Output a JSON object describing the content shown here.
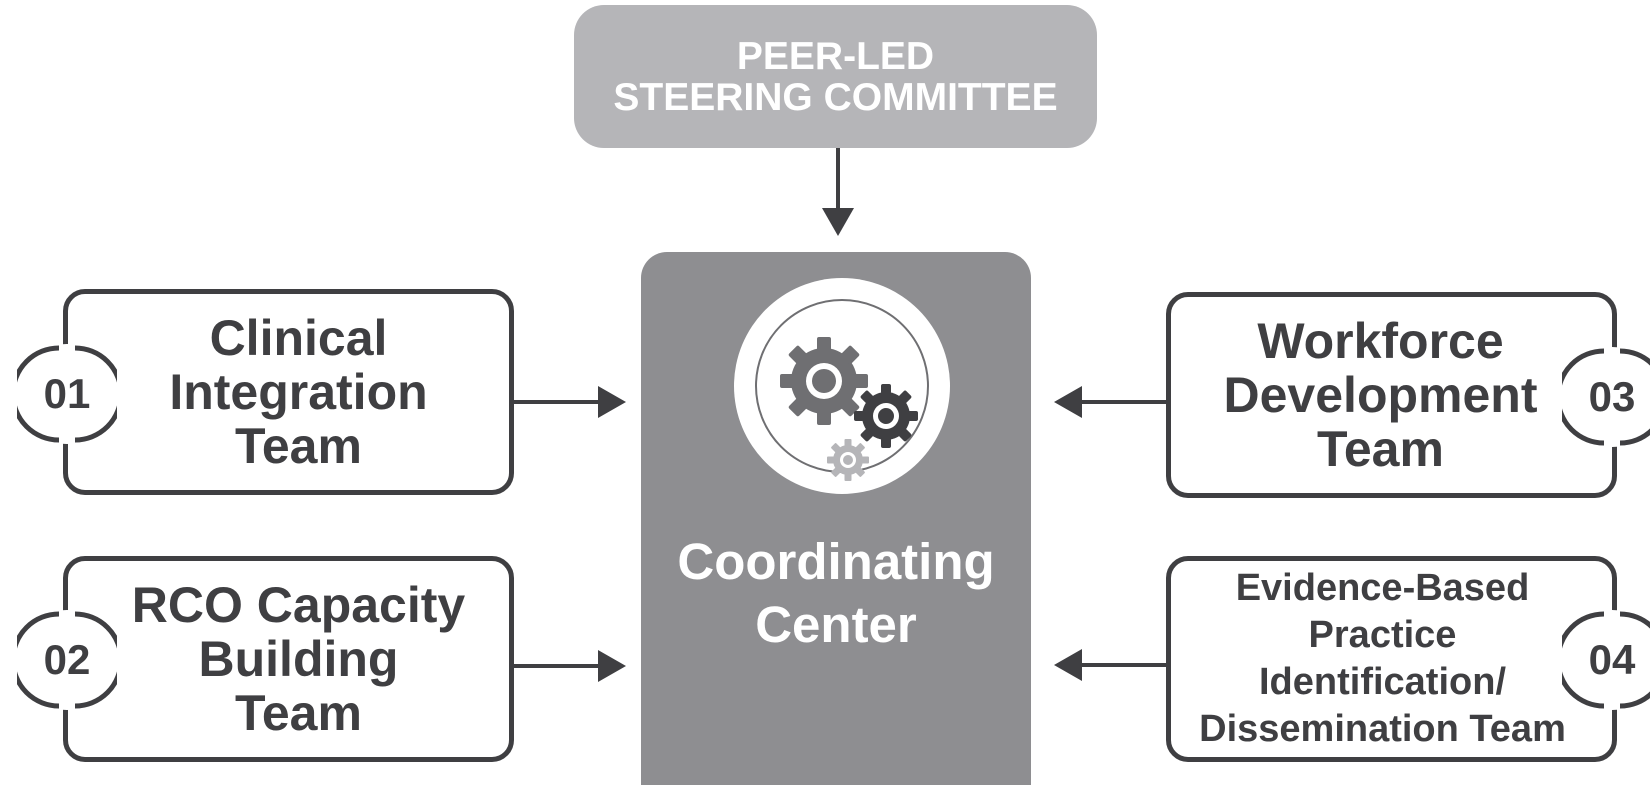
{
  "steering": {
    "lines": [
      "PEER-LED",
      "STEERING COMMITTEE"
    ]
  },
  "center": {
    "lines": [
      "Coordinating",
      "Center"
    ],
    "icon": "gears-icon"
  },
  "teams": [
    {
      "number": "01",
      "lines": [
        "Clinical",
        "Integration",
        "Team"
      ]
    },
    {
      "number": "02",
      "lines": [
        "RCO Capacity",
        "Building",
        "Team"
      ]
    },
    {
      "number": "03",
      "lines": [
        "Workforce",
        "Development",
        "Team"
      ]
    },
    {
      "number": "04",
      "lines": [
        "Evidence-Based",
        "Practice",
        "Identification/",
        "Dissemination Team"
      ]
    }
  ],
  "colors": {
    "dark": "#3f3f42",
    "center": "#8e8e91",
    "steering": "#b5b5b8"
  }
}
